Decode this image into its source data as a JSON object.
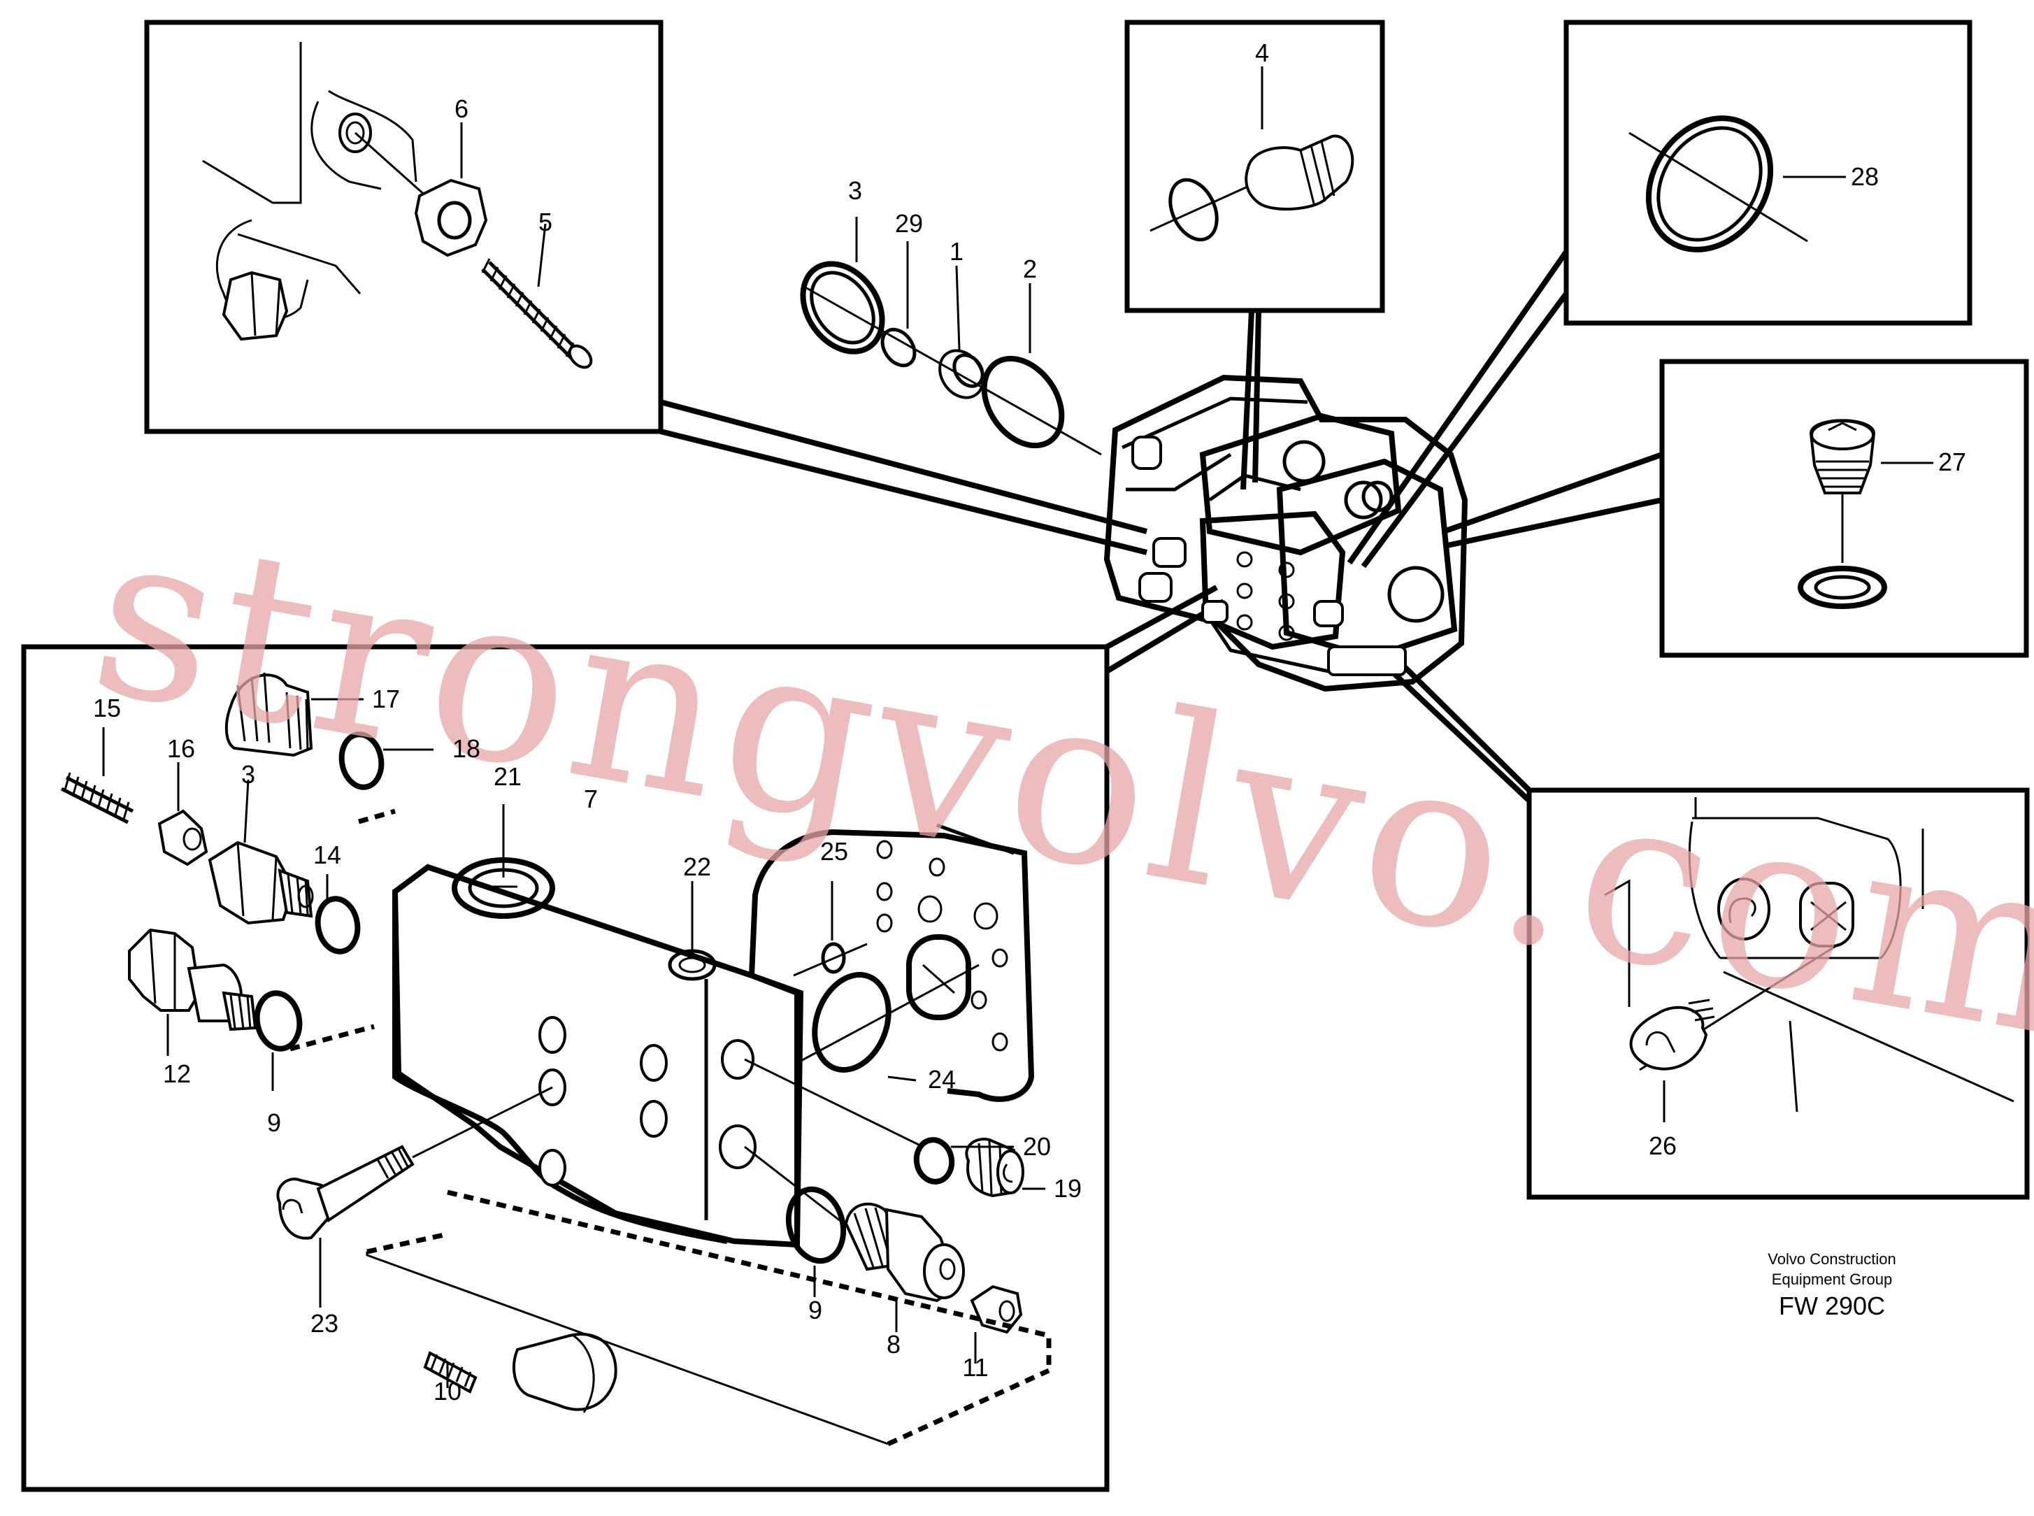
{
  "callouts": [
    "1",
    "2",
    "3",
    "4",
    "5",
    "6",
    "7",
    "8",
    "9",
    "9",
    "10",
    "11",
    "12",
    "3",
    "14",
    "15",
    "16",
    "17",
    "18",
    "19",
    "20",
    "21",
    "22",
    "23",
    "24",
    "25",
    "26",
    "27",
    "28",
    "29"
  ],
  "caption": {
    "line1": "Volvo Construction",
    "line2": "Equipment Group",
    "code": "FW 290C"
  },
  "watermark": "strongvolvo.com"
}
